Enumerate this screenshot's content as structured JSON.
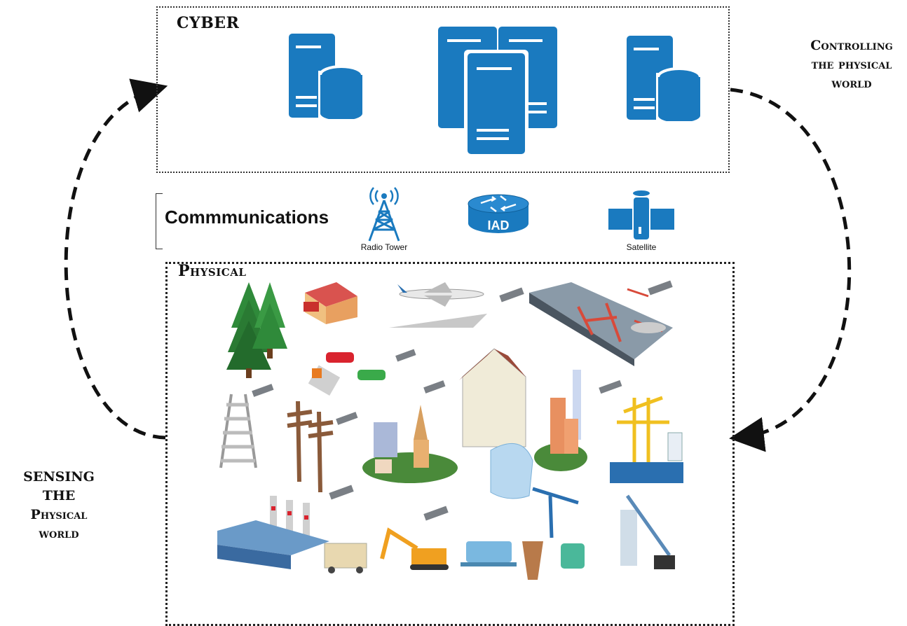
{
  "cyber": {
    "title": "CYBER"
  },
  "communications": {
    "title": "Commmunications",
    "items": [
      {
        "label": "Radio Tower",
        "icon": "radio-tower-icon"
      },
      {
        "label": "IAD",
        "icon": "router-icon"
      },
      {
        "label": "Satellite",
        "icon": "satellite-icon"
      }
    ]
  },
  "physical": {
    "title": "Physical"
  },
  "flows": {
    "controlling": [
      "Controlling",
      "the physical",
      "world"
    ],
    "sensing": [
      "SENSING THE",
      "Physical",
      "world"
    ]
  },
  "colors": {
    "server_blue": "#1a7abf",
    "arrow": "#111111"
  }
}
